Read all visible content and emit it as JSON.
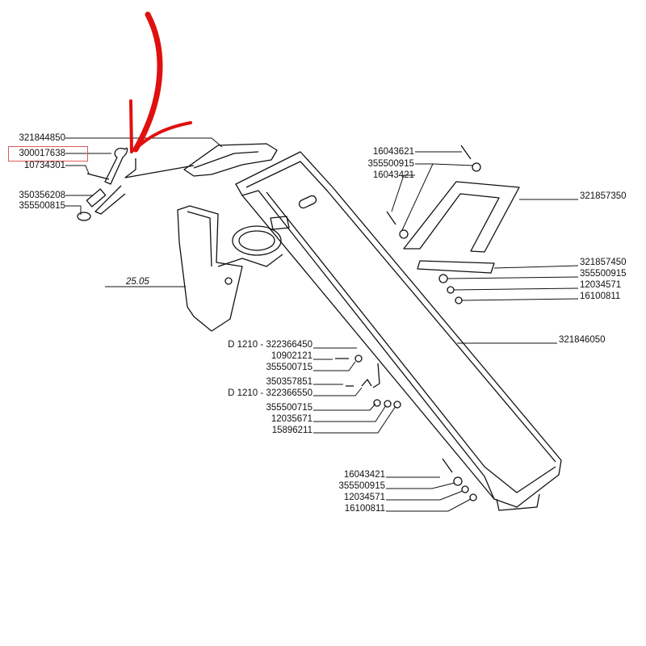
{
  "highlight_color": "#e05a5a",
  "arrow_color": "#e01010",
  "diagram_ref": "25.05",
  "parts_left": [
    {
      "id": "321844850"
    },
    {
      "id": "300017638",
      "highlighted": true
    },
    {
      "id": "10734301"
    },
    {
      "id": "350356208"
    },
    {
      "id": "355500815"
    }
  ],
  "parts_top_right": [
    {
      "id": "16043621"
    },
    {
      "id": "355500915"
    },
    {
      "id": "16043421"
    },
    {
      "id": "321857350"
    },
    {
      "id": "321857450"
    },
    {
      "id": "355500915"
    },
    {
      "id": "12034571"
    },
    {
      "id": "16100811"
    },
    {
      "id": "321846050"
    }
  ],
  "parts_middle": [
    {
      "id": "D 1210 - 322366450"
    },
    {
      "id": "10902121"
    },
    {
      "id": "355500715"
    },
    {
      "id": "350357851"
    },
    {
      "id": "D 1210 - 322366550"
    },
    {
      "id": "355500715"
    },
    {
      "id": "12035671"
    },
    {
      "id": "15896211"
    }
  ],
  "parts_bottom": [
    {
      "id": "16043421"
    },
    {
      "id": "355500915"
    },
    {
      "id": "12034571"
    },
    {
      "id": "16100811"
    }
  ]
}
